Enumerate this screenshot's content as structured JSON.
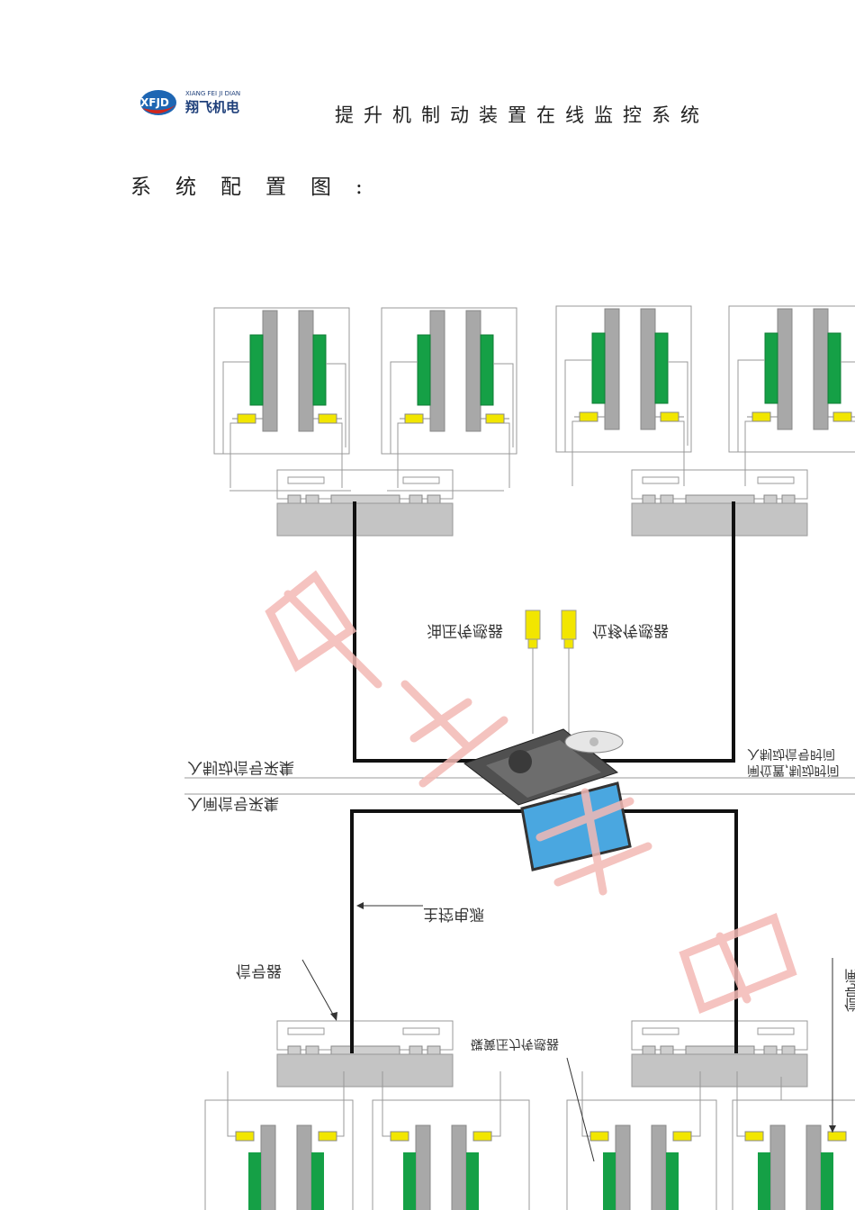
{
  "header": {
    "logo_text_top": "XIANG FEI JI DIAN",
    "logo_text_main": "翔飞机电",
    "logo_mark": "XFJD",
    "title": "提升机制动装置在线监控系统"
  },
  "section": {
    "heading": "系统配置图:"
  },
  "diagram_labels": {
    "oil_pressure_sensor": "油压传感器",
    "displacement_sensor": "位移传感器",
    "input_brake_signal": "入制动信号采集",
    "input_gate_signal": "入闸信号采集",
    "input_right": "入制动信号时间",
    "input_right_2": "闸位置,制动时间",
    "main_power": "主控电源",
    "signal_box": "信号器",
    "brake_sensor": "碟簧压力传感器",
    "right_edge_text": "信号闸"
  },
  "colors": {
    "brake_shoe": "#15a046",
    "disc": "#a8a8a8",
    "sensor": "#f2e600",
    "cable": "#111111",
    "box": "#c4c4c4",
    "watermark": "#f3b9b5"
  },
  "icons": {
    "laptop": "laptop-icon",
    "logo": "xfjd-logo-icon"
  }
}
